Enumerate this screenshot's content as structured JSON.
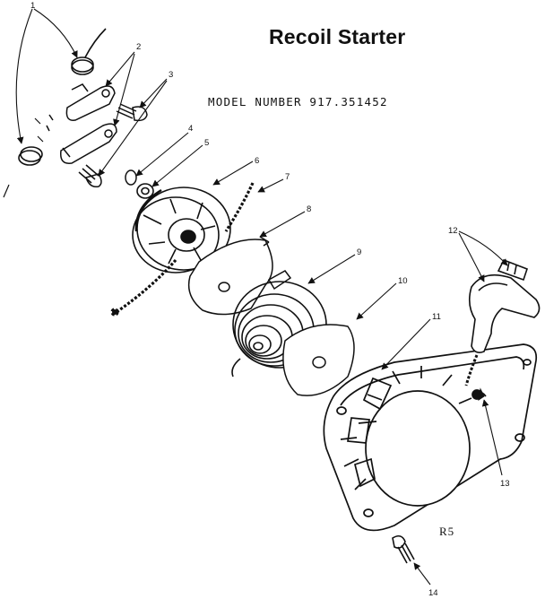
{
  "title": "Recoil Starter",
  "model_line": "MODEL NUMBER 917.351452",
  "drawing_code": "R5",
  "callouts": [
    "1",
    "2",
    "3",
    "4",
    "5",
    "6",
    "7",
    "8",
    "9",
    "10",
    "11",
    "12",
    "13",
    "14"
  ],
  "line_color": "#111111"
}
